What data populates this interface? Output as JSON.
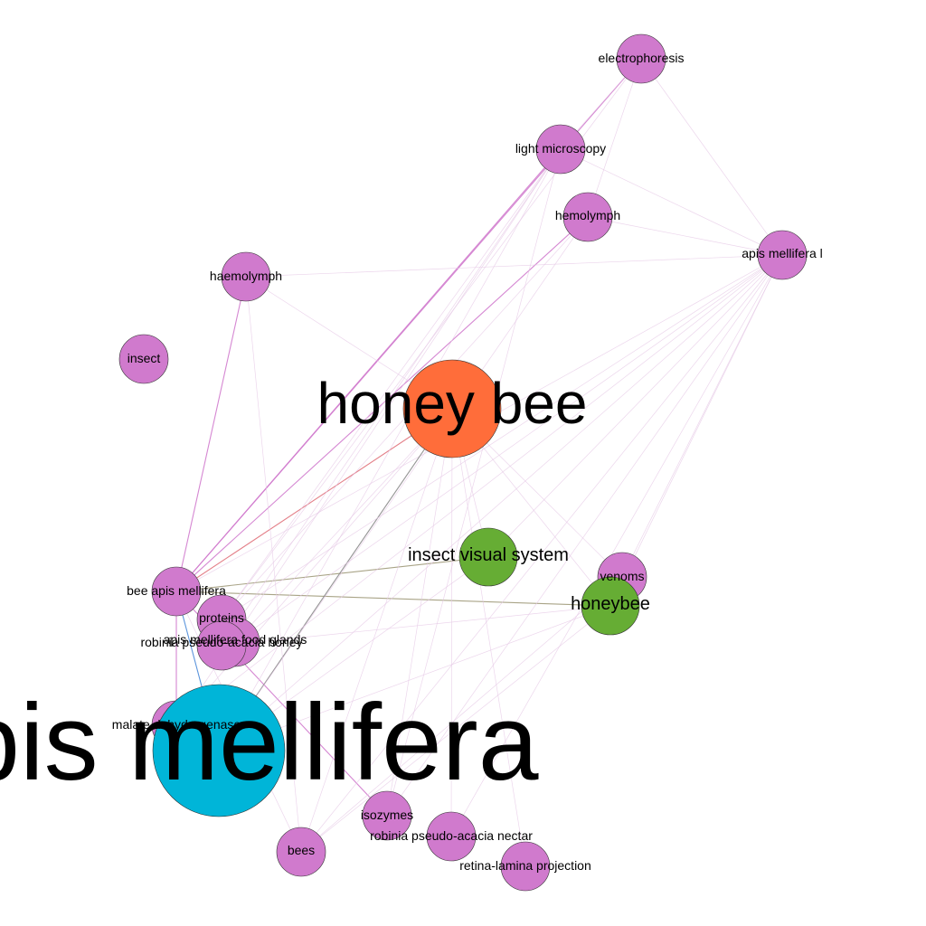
{
  "colors": {
    "background": "#ffffff",
    "cluster_pink": "#d07acd",
    "cluster_orange": "#ff6d3a",
    "cluster_green": "#66ad34",
    "cluster_cyan": "#00b5d8"
  },
  "nodes": [
    {
      "id": "electrophoresis",
      "label": "electrophoresis",
      "color": "#d07acd"
    },
    {
      "id": "light-microscopy",
      "label": "light microscopy",
      "color": "#d07acd"
    },
    {
      "id": "hemolymph",
      "label": "hemolymph",
      "color": "#d07acd"
    },
    {
      "id": "apis-mellifera-l",
      "label": "apis mellifera l",
      "color": "#d07acd"
    },
    {
      "id": "haemolymph",
      "label": "haemolymph",
      "color": "#d07acd"
    },
    {
      "id": "insect",
      "label": "insect",
      "color": "#d07acd"
    },
    {
      "id": "honey-bee",
      "label": "honey bee",
      "color": "#ff6d3a"
    },
    {
      "id": "insect-visual-system",
      "label": "insect visual system",
      "color": "#66ad34"
    },
    {
      "id": "venoms",
      "label": "venoms",
      "color": "#d07acd"
    },
    {
      "id": "honeybee",
      "label": "honeybee",
      "color": "#66ad34"
    },
    {
      "id": "bee-apis-mellifera",
      "label": "bee apis mellifera",
      "color": "#d07acd"
    },
    {
      "id": "proteins",
      "label": "proteins",
      "color": "#d07acd"
    },
    {
      "id": "apis-mellifera-food-glands",
      "label": "apis mellifera food glands",
      "color": "#d07acd"
    },
    {
      "id": "robinia-pseudo-acacia-honey",
      "label": "robinia pseudo-acacia honey",
      "color": "#d07acd"
    },
    {
      "id": "malate-dehydrogenase",
      "label": "malate dehydrogenase",
      "color": "#d07acd"
    },
    {
      "id": "apis-mellifera",
      "label": "apis mellifera",
      "color": "#00b5d8"
    },
    {
      "id": "isozymes",
      "label": "isozymes",
      "color": "#d07acd"
    },
    {
      "id": "robinia-pseudo-acacia-nectar",
      "label": "robinia pseudo-acacia nectar",
      "color": "#d07acd"
    },
    {
      "id": "bees",
      "label": "bees",
      "color": "#d07acd"
    },
    {
      "id": "retina-lamina-projection",
      "label": "retina-lamina projection",
      "color": "#d07acd"
    }
  ],
  "edges": [
    {
      "source": "bee-apis-mellifera",
      "target": "light-microscopy",
      "color": "#d07acd"
    },
    {
      "source": "bee-apis-mellifera",
      "target": "electrophoresis",
      "color": "#d07acd"
    },
    {
      "source": "bee-apis-mellifera",
      "target": "hemolymph",
      "color": "#d07acd"
    },
    {
      "source": "bee-apis-mellifera",
      "target": "haemolymph",
      "color": "#d07acd"
    },
    {
      "source": "bee-apis-mellifera",
      "target": "honey-bee",
      "color": "#e0707a"
    },
    {
      "source": "bee-apis-mellifera",
      "target": "insect-visual-system",
      "color": "#a09a7a"
    },
    {
      "source": "bee-apis-mellifera",
      "target": "honeybee",
      "color": "#a09a7a"
    },
    {
      "source": "bee-apis-mellifera",
      "target": "apis-mellifera",
      "color": "#4a8ad8"
    },
    {
      "source": "bee-apis-mellifera",
      "target": "malate-dehydrogenase",
      "color": "#d07acd"
    },
    {
      "source": "bee-apis-mellifera",
      "target": "isozymes",
      "color": "#d07acd"
    },
    {
      "source": "bee-apis-mellifera",
      "target": "apis-mellifera-l",
      "color": "#e6c8e6"
    },
    {
      "source": "apis-mellifera",
      "target": "honey-bee",
      "color": "#8a8a8a"
    },
    {
      "source": "haemolymph",
      "target": "apis-mellifera-l",
      "color": "#e6c8e6"
    },
    {
      "source": "electrophoresis",
      "target": "apis-mellifera-l",
      "color": "#e6c8e6"
    },
    {
      "source": "light-microscopy",
      "target": "apis-mellifera-l",
      "color": "#e6c8e6"
    },
    {
      "source": "hemolymph",
      "target": "apis-mellifera-l",
      "color": "#e6c8e6"
    },
    {
      "source": "electrophoresis",
      "target": "hemolymph",
      "color": "#e6c8e6"
    },
    {
      "source": "electrophoresis",
      "target": "light-microscopy",
      "color": "#e6c8e6"
    },
    {
      "source": "proteins",
      "target": "apis-mellifera-l",
      "color": "#e6c8e6"
    },
    {
      "source": "proteins",
      "target": "light-microscopy",
      "color": "#e6c8e6"
    },
    {
      "source": "proteins",
      "target": "hemolymph",
      "color": "#e6c8e6"
    },
    {
      "source": "proteins",
      "target": "electrophoresis",
      "color": "#e6c8e6"
    },
    {
      "source": "apis-mellifera-food-glands",
      "target": "honey-bee",
      "color": "#e6c8e6"
    },
    {
      "source": "apis-mellifera-food-glands",
      "target": "apis-mellifera-l",
      "color": "#e6c8e6"
    },
    {
      "source": "robinia-pseudo-acacia-honey",
      "target": "honeybee",
      "color": "#e6c8e6"
    },
    {
      "source": "robinia-pseudo-acacia-honey",
      "target": "light-microscopy",
      "color": "#e6c8e6"
    },
    {
      "source": "apis-mellifera",
      "target": "apis-mellifera-l",
      "color": "#e6c8e6"
    },
    {
      "source": "apis-mellifera",
      "target": "honeybee",
      "color": "#e6c8e6"
    },
    {
      "source": "apis-mellifera",
      "target": "insect-visual-system",
      "color": "#e6c8e6"
    },
    {
      "source": "apis-mellifera",
      "target": "hemolymph",
      "color": "#e6c8e6"
    },
    {
      "source": "apis-mellifera",
      "target": "light-microscopy",
      "color": "#e6c8e6"
    },
    {
      "source": "bees",
      "target": "apis-mellifera-l",
      "color": "#e6c8e6"
    },
    {
      "source": "bees",
      "target": "honey-bee",
      "color": "#e6c8e6"
    },
    {
      "source": "bees",
      "target": "bee-apis-mellifera",
      "color": "#e6c8e6"
    },
    {
      "source": "bees",
      "target": "honeybee",
      "color": "#e6c8e6"
    },
    {
      "source": "bees",
      "target": "venoms",
      "color": "#e6c8e6"
    },
    {
      "source": "isozymes",
      "target": "honey-bee",
      "color": "#e6c8e6"
    },
    {
      "source": "isozymes",
      "target": "light-microscopy",
      "color": "#e6c8e6"
    },
    {
      "source": "isozymes",
      "target": "apis-mellifera-l",
      "color": "#e6c8e6"
    },
    {
      "source": "venoms",
      "target": "apis-mellifera-l",
      "color": "#e6c8e6"
    },
    {
      "source": "venoms",
      "target": "honey-bee",
      "color": "#e6c8e6"
    },
    {
      "source": "honeybee",
      "target": "apis-mellifera-l",
      "color": "#e6c8e6"
    },
    {
      "source": "honeybee",
      "target": "honey-bee",
      "color": "#e6c8e6"
    },
    {
      "source": "insect-visual-system",
      "target": "honey-bee",
      "color": "#e6c8e6"
    },
    {
      "source": "insect-visual-system",
      "target": "apis-mellifera-l",
      "color": "#e6c8e6"
    },
    {
      "source": "malate-dehydrogenase",
      "target": "light-microscopy",
      "color": "#e6c8e6"
    },
    {
      "source": "malate-dehydrogenase",
      "target": "honey-bee",
      "color": "#e6c8e6"
    },
    {
      "source": "malate-dehydrogenase",
      "target": "apis-mellifera-l",
      "color": "#e6c8e6"
    },
    {
      "source": "robinia-pseudo-acacia-nectar",
      "target": "honey-bee",
      "color": "#e6c8e6"
    },
    {
      "source": "robinia-pseudo-acacia-nectar",
      "target": "apis-mellifera-l",
      "color": "#e6c8e6"
    },
    {
      "source": "retina-lamina-projection",
      "target": "honey-bee",
      "color": "#e6c8e6"
    },
    {
      "source": "haemolymph",
      "target": "honey-bee",
      "color": "#e6c8e6"
    },
    {
      "source": "haemolymph",
      "target": "bees",
      "color": "#e6c8e6"
    }
  ]
}
